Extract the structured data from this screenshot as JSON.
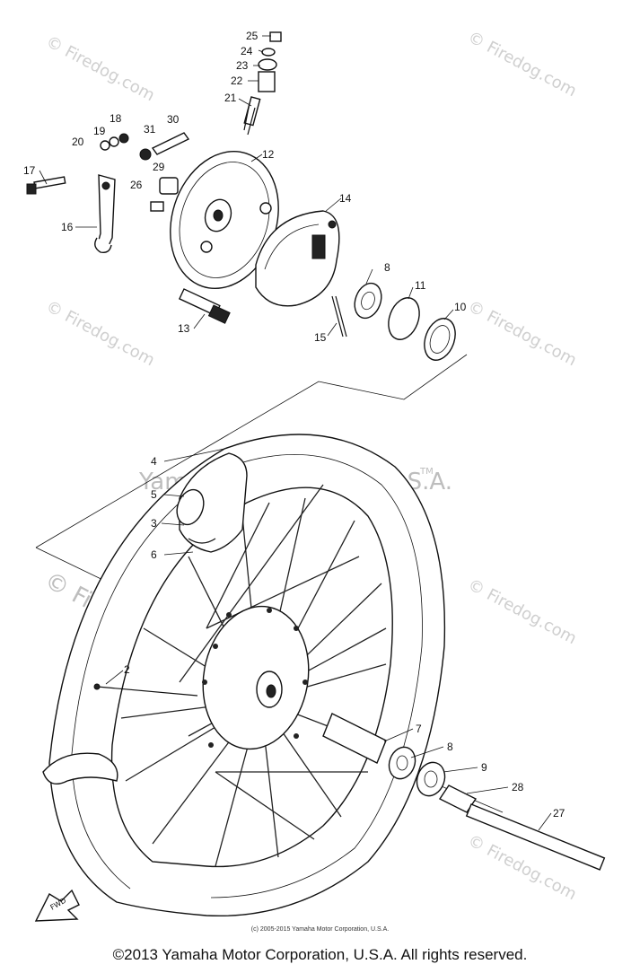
{
  "watermarks": {
    "firedog": "© Firedog.com",
    "firedog_large": "© Firedog.com",
    "yamaha": "Yamaha Motor Corp. U.S.A.",
    "tm": "TM"
  },
  "callouts": [
    "2",
    "3",
    "4",
    "5",
    "6",
    "7",
    "8",
    "9",
    "10",
    "11",
    "12",
    "13",
    "14",
    "15",
    "16",
    "17",
    "18",
    "19",
    "20",
    "21",
    "22",
    "23",
    "24",
    "25",
    "26",
    "27",
    "28",
    "29",
    "30",
    "31",
    "8"
  ],
  "fwd_label": "FWD",
  "inner_credit": "(c) 2005-2015 Yamaha Motor Corporation, U.S.A.",
  "footer": "©2013 Yamaha Motor Corporation, U.S.A. All rights reserved."
}
